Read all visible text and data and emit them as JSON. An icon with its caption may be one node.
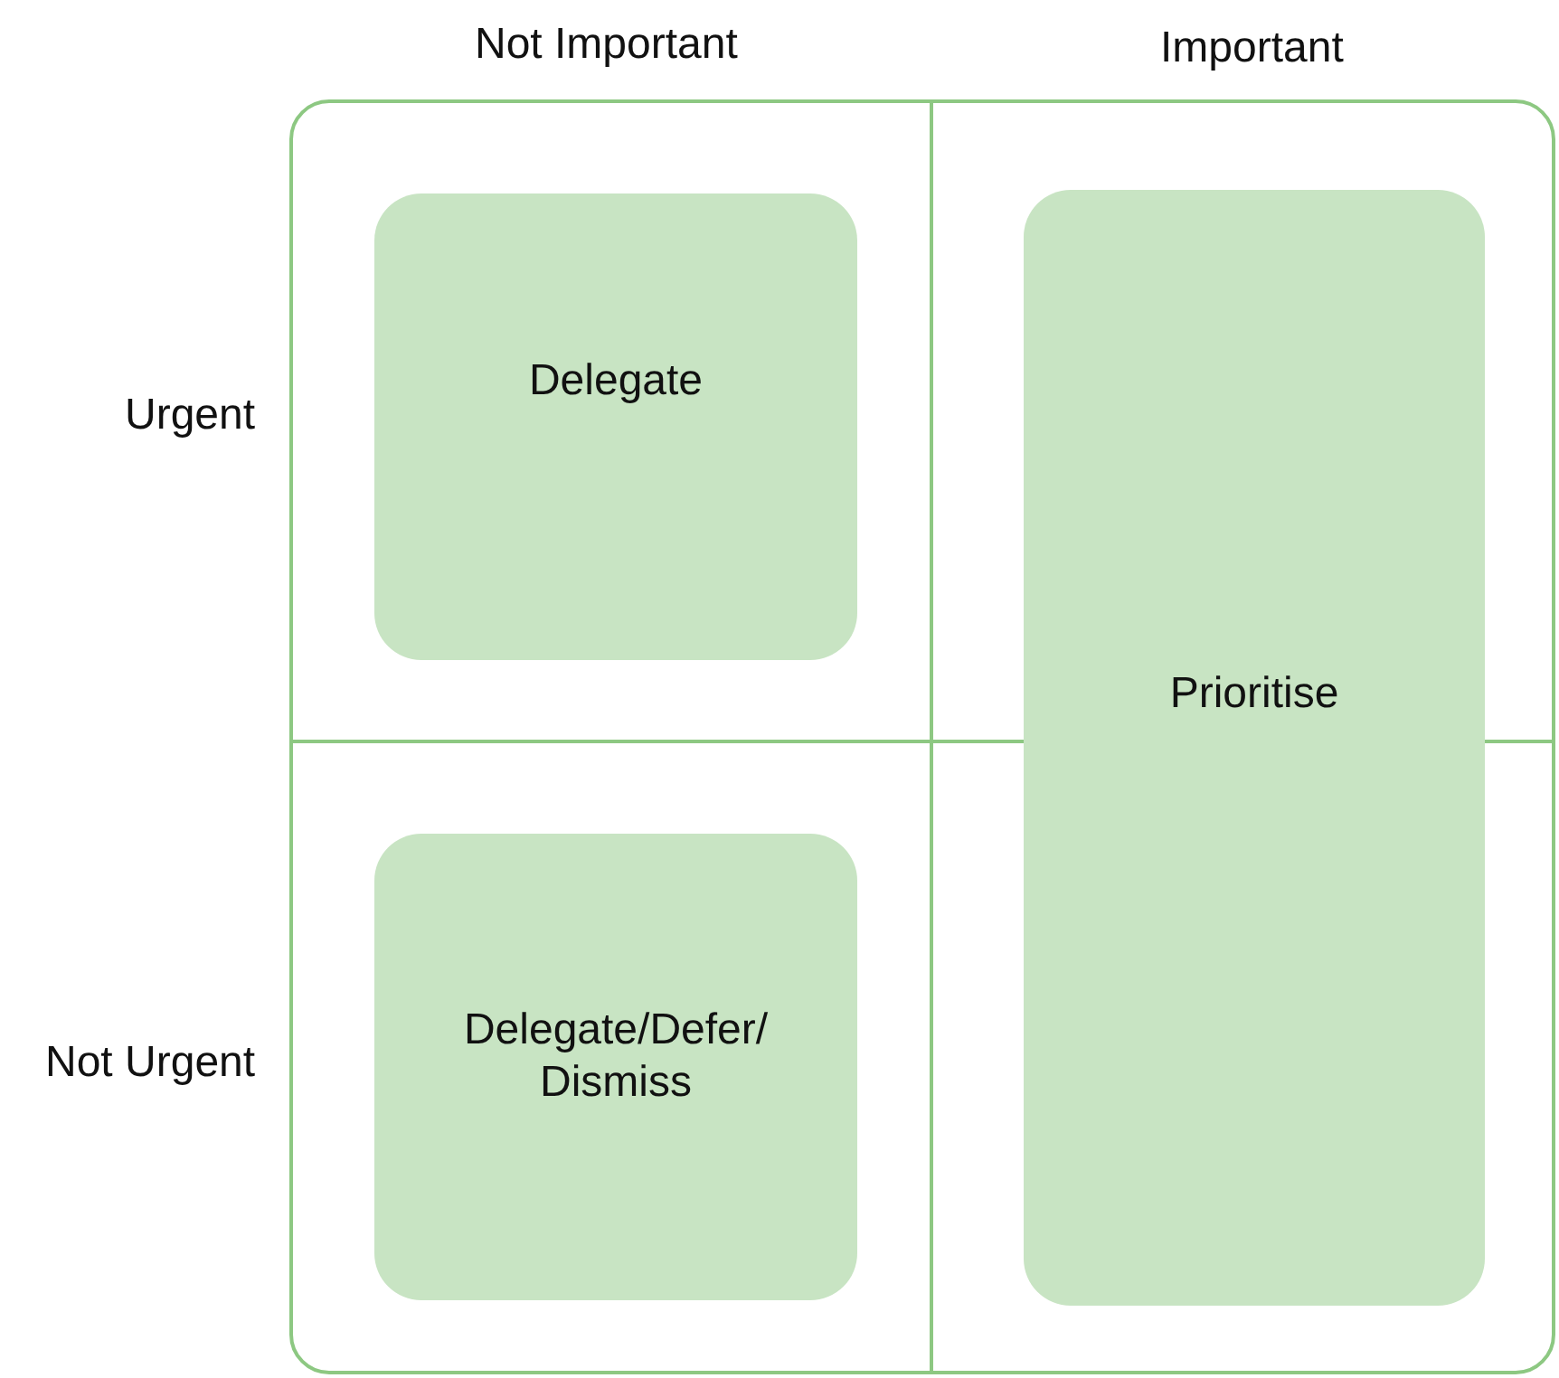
{
  "diagram": {
    "nodes": [
      {
        "text": [],
        "shape": "box"
      },
      {
        "text": [
          "Delegate"
        ],
        "in": 0
      },
      {
        "text": [
          "Prioritise"
        ],
        "in": 0
      },
      {
        "text": [
          "Delegate/Defer/ Dismiss"
        ],
        "in": 0
      }
    ],
    "edges": [],
    "labels": [
      "Not Important",
      "Important",
      "Urgent",
      "Not Urgent"
    ]
  }
}
